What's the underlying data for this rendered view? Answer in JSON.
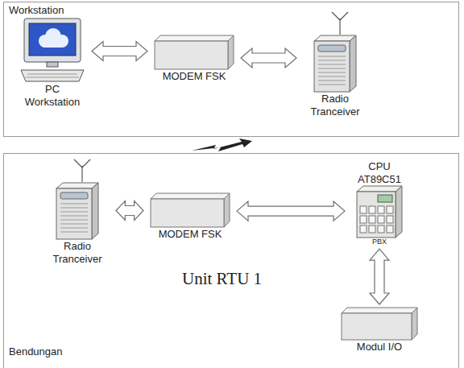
{
  "diagram": {
    "nodes": [
      {
        "text": [
          "Workstation"
        ]
      },
      {
        "text": [
          "PC Workstation"
        ],
        "in": 0
      },
      {
        "text": [
          "MODEM FSK"
        ],
        "in": 0
      },
      {
        "text": [
          "Radio Tranceiver"
        ],
        "in": 0
      },
      {
        "text": [
          "Bendungan"
        ]
      },
      {
        "text": [
          "Radio Tranceiver"
        ],
        "in": 4
      },
      {
        "text": [
          "MODEM FSK"
        ],
        "in": 4
      },
      {
        "text": [
          "CPU AT89C51",
          "PBX"
        ],
        "in": 4
      },
      {
        "text": [
          "Modul I/O"
        ],
        "in": 4
      }
    ],
    "edges": [
      {
        "from": 1,
        "to": 2,
        "arrow": "both"
      },
      {
        "from": 2,
        "to": 3,
        "arrow": "both"
      },
      {
        "from": 5,
        "to": 6,
        "arrow": "both"
      },
      {
        "from": 6,
        "to": 7,
        "arrow": "both"
      },
      {
        "from": 7,
        "to": 8,
        "arrow": "both"
      }
    ],
    "labels": [
      "Unit RTU 1"
    ]
  }
}
